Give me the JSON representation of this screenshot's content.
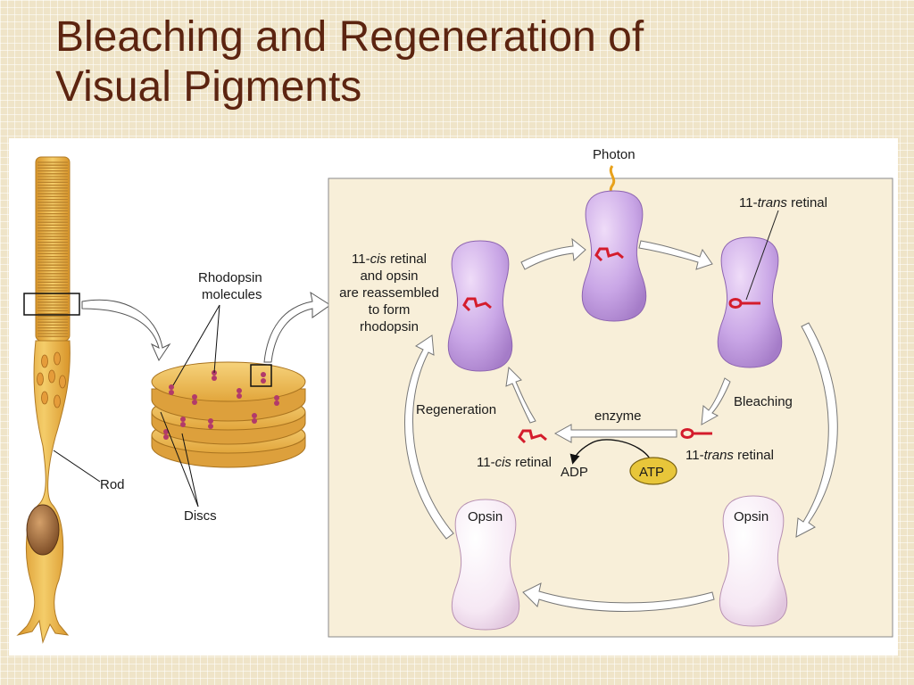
{
  "slide": {
    "title_line1": "Bleaching and Regeneration of",
    "title_line2": "Visual Pigments"
  },
  "labels": {
    "rhodopsin_molecules": [
      "Rhodopsin",
      "molecules"
    ],
    "rod": "Rod",
    "discs": "Discs",
    "photon": "Photon",
    "trans_retinal_top": {
      "prefix": "11-",
      "italic": "trans",
      "suffix": " retinal"
    },
    "reassembled": [
      "and opsin",
      "are reassembled",
      "to form",
      "rhodopsin"
    ],
    "reassembled_first": {
      "prefix": "11-",
      "italic": "cis",
      "suffix": " retinal"
    },
    "bleaching": "Bleaching",
    "regeneration": "Regeneration",
    "enzyme": "enzyme",
    "cis_retinal": {
      "prefix": "11-",
      "italic": "cis",
      "suffix": " retinal"
    },
    "trans_retinal": {
      "prefix": "11-",
      "italic": "trans",
      "suffix": " retinal"
    },
    "adp": "ADP",
    "atp": "ATP",
    "opsin_left": "Opsin",
    "opsin_right": "Opsin"
  },
  "colors": {
    "title": "#5c2410",
    "rhodopsin": "#c9a6e6",
    "opsin": "#f6e8f4",
    "retinal": "#d41c2c",
    "rod": "#e9b547",
    "diagram_bg": "#f8efd9",
    "atp_fill": "#e8c63a"
  }
}
